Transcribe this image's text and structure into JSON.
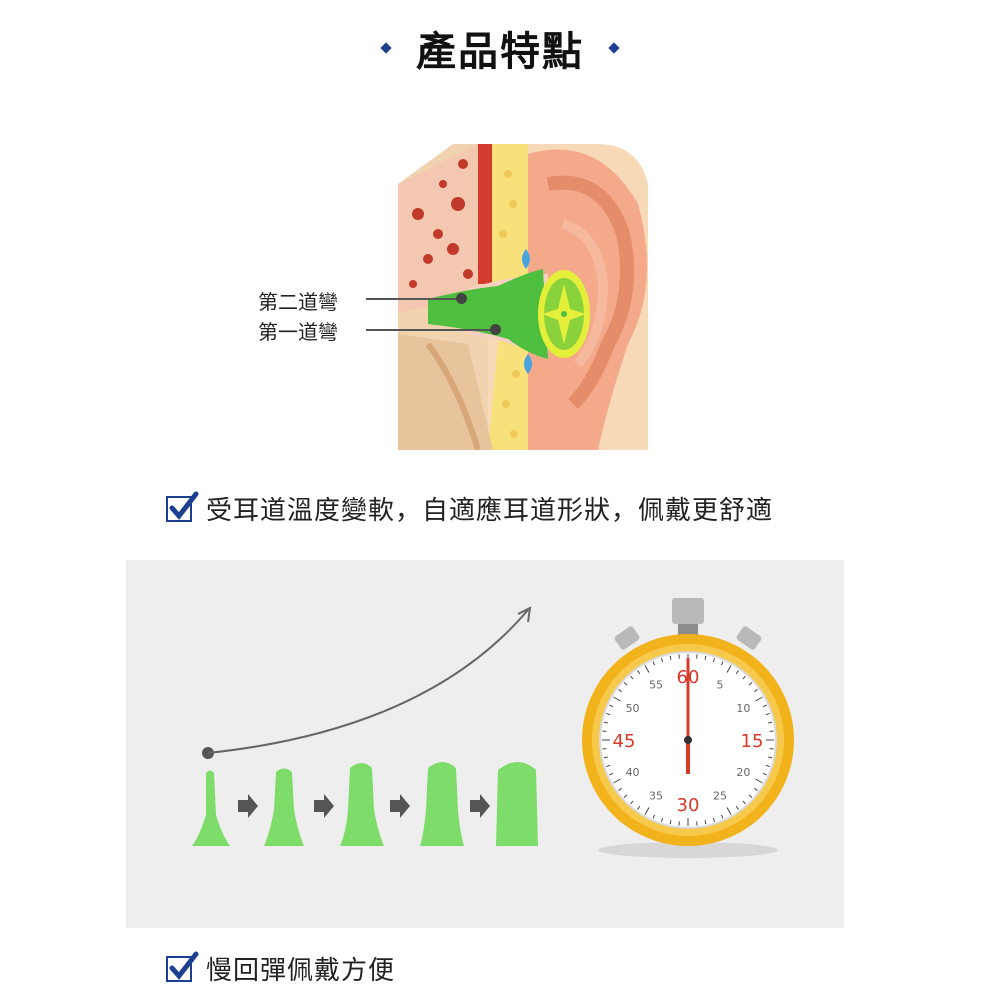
{
  "header": {
    "title": "產品特點"
  },
  "ear_diagram": {
    "labels": [
      "第二道彎",
      "第一道彎"
    ]
  },
  "features": [
    {
      "text": "受耳道溫度變軟，自適應耳道形狀，佩戴更舒適"
    },
    {
      "text": "慢回彈佩戴方便"
    }
  ],
  "stopwatch": {
    "major_labels": [
      "60",
      "15",
      "30",
      "45"
    ],
    "minor_labels": [
      "5",
      "10",
      "20",
      "25",
      "35",
      "40",
      "50",
      "55"
    ]
  },
  "colors": {
    "accent": "#1c3f8f",
    "earplug_green": "#7ddc6a",
    "stopwatch_gold": "#f2b21c",
    "panel_bg": "#efeeee"
  }
}
